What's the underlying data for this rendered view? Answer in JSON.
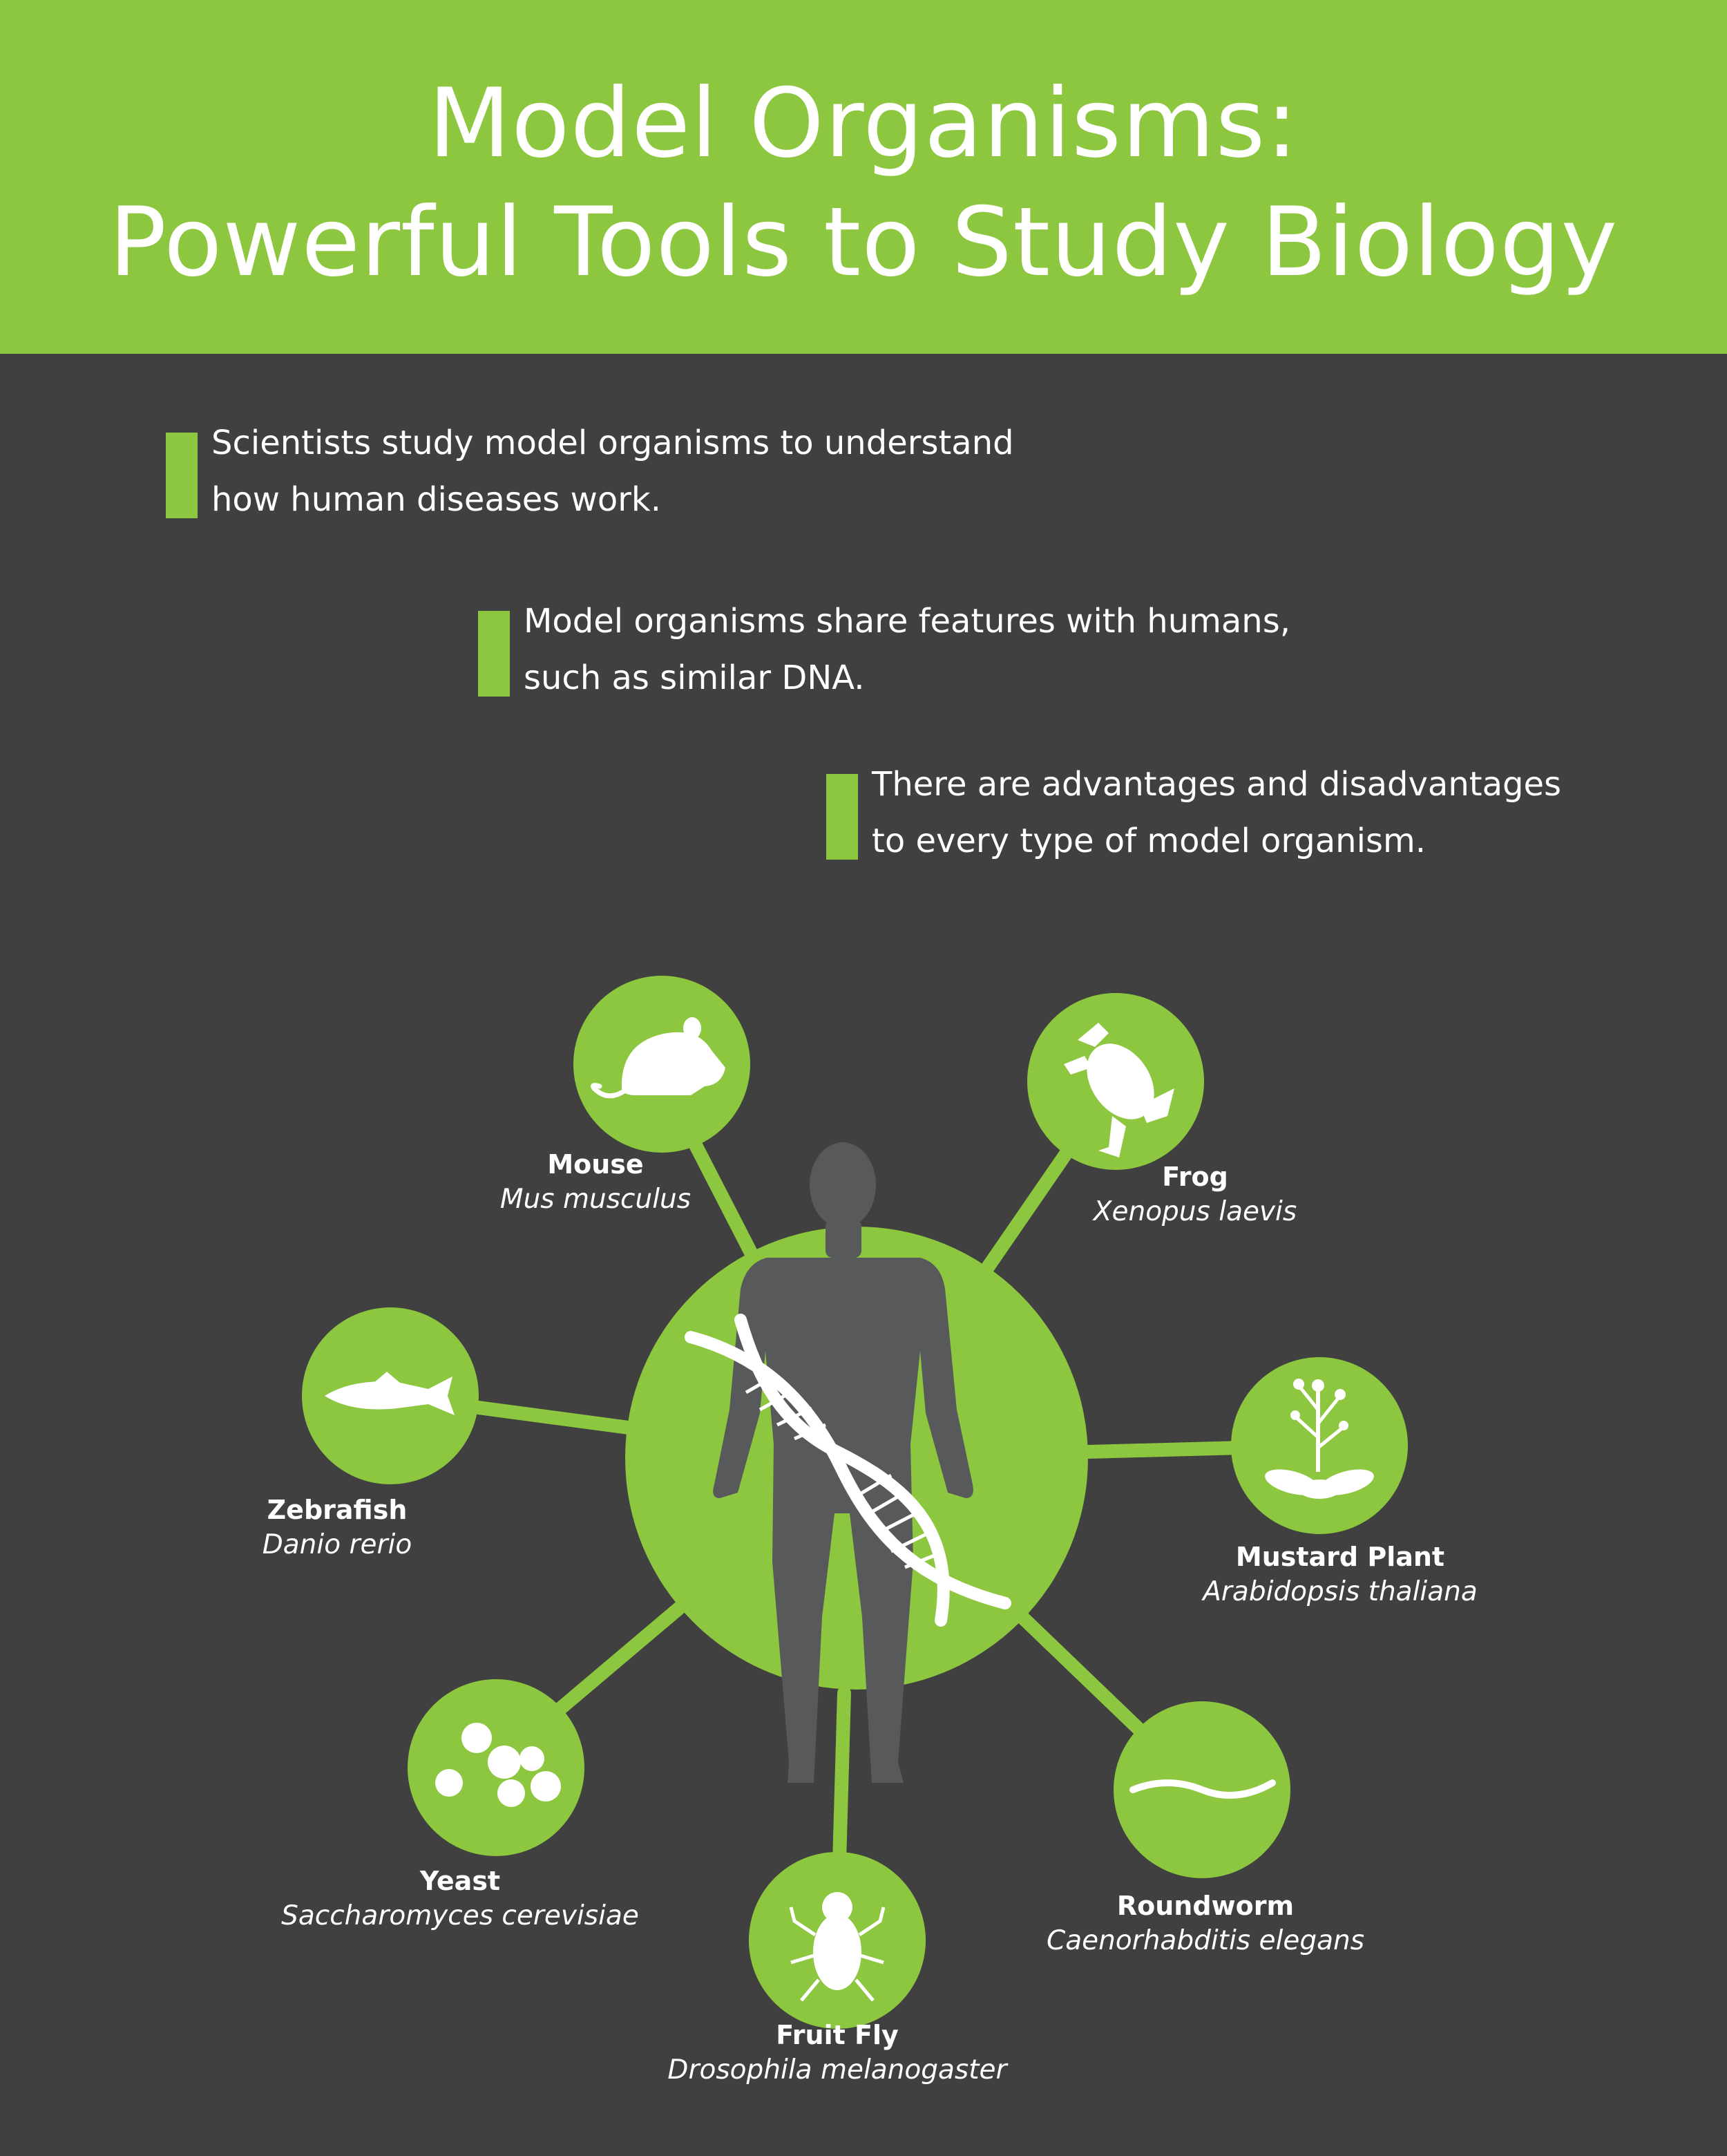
{
  "title": {
    "line1": "Model Organisms:",
    "line2": "Powerful Tools to Study Biology"
  },
  "bullets": [
    {
      "line1": "Scientists study model organisms to understand",
      "line2": "how human diseases work."
    },
    {
      "line1": "Model organisms share features with humans,",
      "line2": "such as similar DNA."
    },
    {
      "line1": "There are advantages and disadvantages",
      "line2": "to every type of model organism."
    }
  ],
  "organisms": [
    {
      "common": "Mouse",
      "scientific": "Mus musculus",
      "icon": "mouse-icon"
    },
    {
      "common": "Frog",
      "scientific": "Xenopus laevis",
      "icon": "frog-icon"
    },
    {
      "common": "Zebrafish",
      "scientific": "Danio rerio",
      "icon": "zebrafish-icon"
    },
    {
      "common": "Mustard Plant",
      "scientific": "Arabidopsis thaliana",
      "icon": "mustard-plant-icon"
    },
    {
      "common": "Yeast",
      "scientific": "Saccharomyces cerevisiae",
      "icon": "yeast-icon"
    },
    {
      "common": "Roundworm",
      "scientific": "Caenorhabditis elegans",
      "icon": "roundworm-icon"
    },
    {
      "common": "Fruit Fly",
      "scientific": "Drosophila melanogaster",
      "icon": "fruit-fly-icon"
    }
  ],
  "center": {
    "human": "human-silhouette-icon",
    "dna": "dna-helix-icon"
  },
  "colors": {
    "green": "#8dc63f",
    "background": "#404040",
    "silhouette": "#58595b",
    "text": "#ffffff"
  }
}
